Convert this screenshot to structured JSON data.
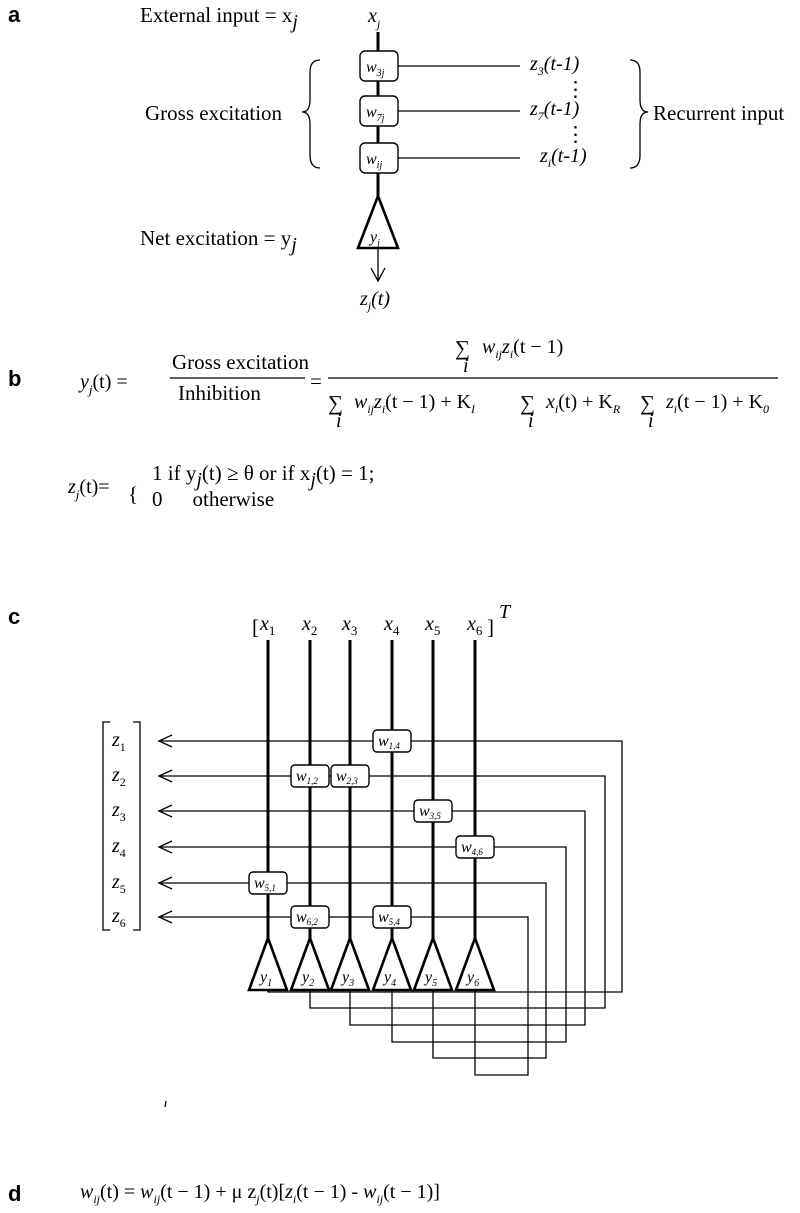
{
  "panels": [
    "a",
    "b",
    "c",
    "d"
  ],
  "panel_a": {
    "external_input": "External input = x",
    "external_input_sub": "j",
    "top_var": "x",
    "top_var_sub": "j",
    "gross_excitation": "Gross excitation",
    "recurrent_input": "Recurrent input",
    "net_excitation": "Net excitation = y",
    "net_excitation_sub": "j",
    "weights": [
      {
        "base": "w",
        "sub": "3j",
        "input": "z",
        "input_sub": "3",
        "input_arg": "(t-1)"
      },
      {
        "base": "w",
        "sub": "7j",
        "input": "z",
        "input_sub": "7",
        "input_arg": "(t-1)"
      },
      {
        "base": "w",
        "sub": "ij",
        "input": "z",
        "input_sub": "i",
        "input_arg": "(t-1)"
      }
    ],
    "dots": "⋮",
    "neuron_label": "y",
    "neuron_sub": "j",
    "output": "z",
    "output_sub": "j",
    "output_arg": "(t)"
  },
  "panel_b": {
    "lhs": "y",
    "lhs_sub": "j",
    "lhs_arg": "(t) =",
    "frac1_num": "Gross excitation",
    "frac1_den": "Inhibition",
    "eq": "=",
    "sum": "∑",
    "sum_idx": "i",
    "num_term": "w",
    "num_term_sub": "ij",
    "num_term2": "z",
    "num_term2_sub": "i",
    "num_term2_arg": "(t − 1)",
    "den_p1": "(t − 1) + K",
    "den_p1_sub": "I",
    "den_x": "x",
    "den_x_sub": "i",
    "den_p2": "(t) + K",
    "den_p2_sub": "R",
    "den_p3": "(t − 1) + K",
    "den_p3_sub": "0",
    "z_lhs": "z",
    "z_lhs_sub": "j",
    "z_lhs_arg": "(t)=",
    "brace": "{",
    "case1_a": "1 if  y",
    "case1_sub": "j",
    "case1_b": "(t) ≥ θ  or if  x",
    "case1_sub2": "j",
    "case1_c": "(t) = 1;",
    "case2_a": "0",
    "case2_b": "otherwise"
  },
  "panel_c": {
    "bracket_open": "[",
    "bracket_close": "]",
    "transpose": "T",
    "x_base": "x",
    "x_subs": [
      "1",
      "2",
      "3",
      "4",
      "5",
      "6"
    ],
    "z_base": "z",
    "z_subs": [
      "1",
      "2",
      "3",
      "4",
      "5",
      "6"
    ],
    "y_base": "y",
    "y_subs": [
      "1",
      "2",
      "3",
      "4",
      "5",
      "6"
    ],
    "weights": [
      {
        "label": "w",
        "sub": "1,4",
        "row": 1,
        "col": 4
      },
      {
        "label": "w",
        "sub": "2,3",
        "row": 2,
        "col": 3
      },
      {
        "label": "w",
        "sub": "1,2",
        "row": 2,
        "col": 2
      },
      {
        "label": "w",
        "sub": "3,5",
        "row": 3,
        "col": 5
      },
      {
        "label": "w",
        "sub": "4,6",
        "row": 4,
        "col": 6
      },
      {
        "label": "w",
        "sub": "5,1",
        "row": 5,
        "col": 1
      },
      {
        "label": "w",
        "sub": "6,2",
        "row": 6,
        "col": 2
      },
      {
        "label": "w",
        "sub": "5,4",
        "row": 6,
        "col": 4
      }
    ]
  },
  "panel_d": {
    "w1": "w",
    "w1_sub": "ij",
    "p1": "(t) = ",
    "w2": "w",
    "w2_sub": "ij",
    "p2": "(t − 1) + μ  z",
    "z_sub": "j",
    "p3": "(t)[",
    "z2": "z",
    "z2_sub": "i",
    "p4": "(t − 1) - ",
    "w3": "w",
    "w3_sub": "ij",
    "p5": "(t − 1)]"
  }
}
